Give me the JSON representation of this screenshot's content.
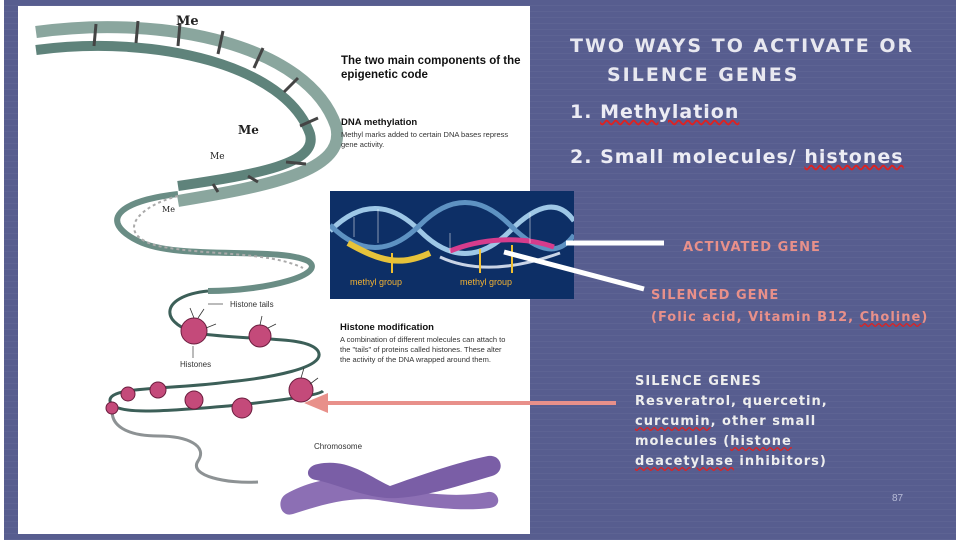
{
  "slide": {
    "heading_line1": "TWO WAYS TO ACTIVATE OR",
    "heading_line2": "SILENCE GENES",
    "points": [
      {
        "num": "1.",
        "text": "Methylation"
      },
      {
        "num": "2.",
        "text": "Small molecules/",
        "text_underlined": "histones"
      }
    ],
    "activated_label": "ACTIVATED GENE",
    "silenced_label": "SILENCED GENE",
    "silenced_note": {
      "open": "(Folic acid, Vitamin B12, ",
      "underlined": "Choline",
      "close": ")"
    },
    "silence_genes": {
      "title": "SILENCE GENES",
      "line1": "Resveratrol, quercetin,",
      "line2_underlined": "curcumin",
      "line2_rest": ", other small",
      "line3_start": "molecules (",
      "line3_underlined": "histone",
      "line4_underlined": "deacetylase",
      "line4_rest": " inhibitors)"
    },
    "page_number": "87",
    "colors": {
      "background": "#575d8f",
      "accent_pink": "#e8908a",
      "text_light": "#eeeeee"
    }
  },
  "figure": {
    "title": "The two main components of the epigenetic code",
    "me_labels": [
      "Me",
      "Me",
      "Me",
      "Me"
    ],
    "dna_methylation": {
      "heading": "DNA methylation",
      "body": "Methyl marks added to certain DNA bases repress gene activity."
    },
    "histone_modification": {
      "heading": "Histone modification",
      "body": "A combination of different molecules can attach to the \"tails\" of proteins called histones. These alter the activity of the DNA wrapped around them."
    },
    "labels": {
      "histone_tails": "Histone tails",
      "histones": "Histones",
      "chromosome": "Chromosome"
    }
  },
  "inset": {
    "label_left": "methyl group",
    "label_right": "methyl group"
  }
}
